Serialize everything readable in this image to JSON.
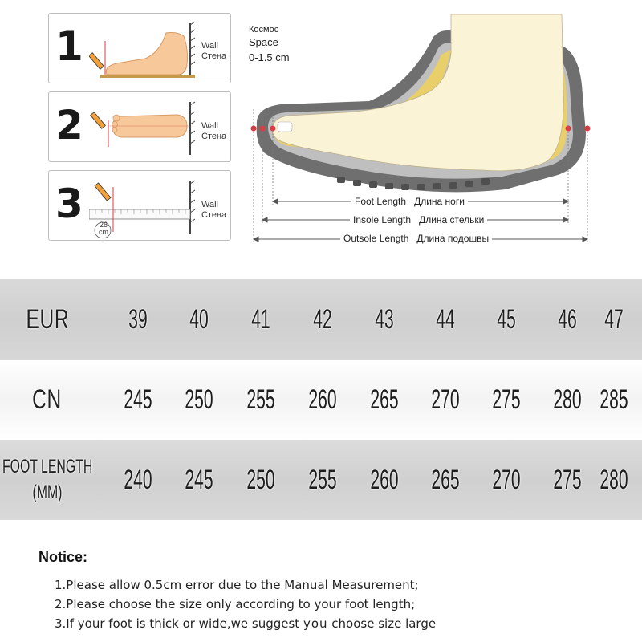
{
  "steps": [
    {
      "number": "1",
      "wall_en": "Wall",
      "wall_ru": "Стена"
    },
    {
      "number": "2",
      "wall_en": "Wall",
      "wall_ru": "Стена"
    },
    {
      "number": "3",
      "wall_en": "Wall",
      "wall_ru": "Стена",
      "ruler_value": "26",
      "ruler_unit": "cm"
    }
  ],
  "shoe_diagram": {
    "space_ru": "Космос",
    "space_en": "Space",
    "space_value": "0-1.5 cm",
    "foot_length_en": "Foot Length",
    "foot_length_ru": "Длина ноги",
    "insole_length_en": "Insole Length",
    "insole_length_ru": "Длина стельки",
    "outsole_length_en": "Outsole Length",
    "outsole_length_ru": "Длина подошвы"
  },
  "size_table": {
    "eur_label": "EUR",
    "cn_label": "CN",
    "foot_label_line1": "FOOT LENGTH",
    "foot_label_line2": "(MM)",
    "eur": [
      "39",
      "40",
      "41",
      "42",
      "43",
      "44",
      "45",
      "46",
      "47"
    ],
    "cn": [
      "245",
      "250",
      "255",
      "260",
      "265",
      "270",
      "275",
      "280",
      "285"
    ],
    "foot_length": [
      "240",
      "245",
      "250",
      "255",
      "260",
      "265",
      "270",
      "275",
      "280"
    ]
  },
  "notice": {
    "title": "Notice:",
    "line1": "1.Please allow 0.5cm error due to the Manual Measurement;",
    "line2": "2.Please choose the size only according to your foot length;",
    "line3_a": "3.If your foot is thick or wide,we suggest ",
    "line3_you": "you",
    "line3_b": " choose size large"
  },
  "colors": {
    "sole_gray": "#6f6f6f",
    "foot_fill": "#fbf3d6",
    "insole_yellow": "#e9cf6a",
    "marker_red": "#e0393e",
    "table_gray": "#d3d3d3"
  }
}
